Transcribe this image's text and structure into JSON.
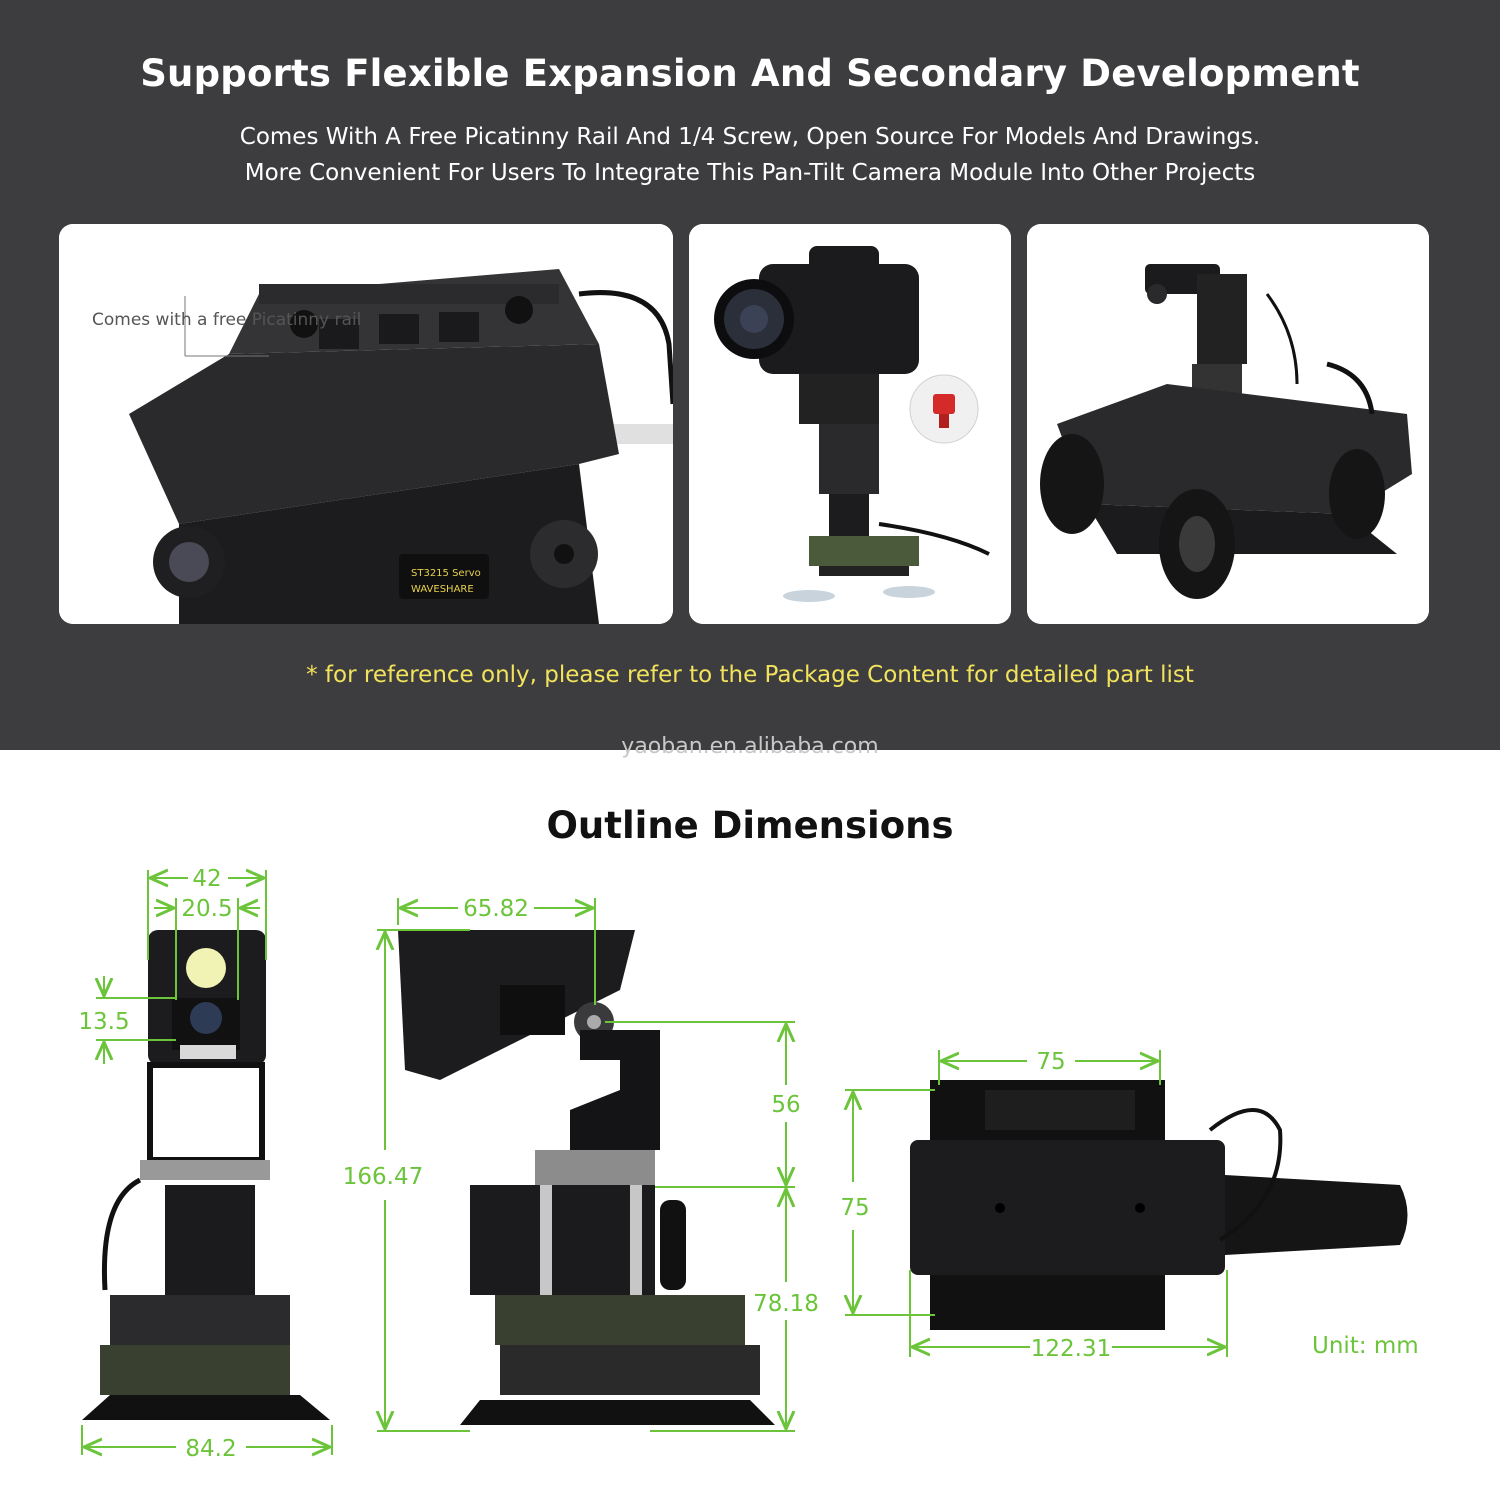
{
  "header": {
    "title": "Supports Flexible Expansion And Secondary Development",
    "subtitle_line1": "Comes With A Free Picatinny Rail And 1/4 Screw, Open Source For Models And Drawings.",
    "subtitle_line2": "More Convenient For Users To Integrate This Pan-Tilt Camera Module Into Other Projects"
  },
  "cards": {
    "rail_caption": "Comes with a free Picatinny rail",
    "servo_label_1": "ST3215 Servo",
    "servo_label_2": "WAVESHARE"
  },
  "note": "* for reference only, please refer to the Package Content for detailed part list",
  "watermark": "yaoban.en.alibaba.com",
  "dimensions": {
    "title": "Outline Dimensions",
    "unit": "Unit: mm",
    "front": {
      "width_top": "42",
      "width_inner": "20.5",
      "camera_height": "13.5",
      "base_width": "84.2"
    },
    "side": {
      "top_width": "65.82",
      "total_height": "166.47",
      "upper_height": "56",
      "lower_height": "78.18"
    },
    "top_view": {
      "width": "75",
      "height": "75",
      "length": "122.31"
    }
  },
  "colors": {
    "dark_bg": "#3d3d3f",
    "note_yellow": "#f2e35c",
    "dimension_green": "#6cc43b"
  }
}
